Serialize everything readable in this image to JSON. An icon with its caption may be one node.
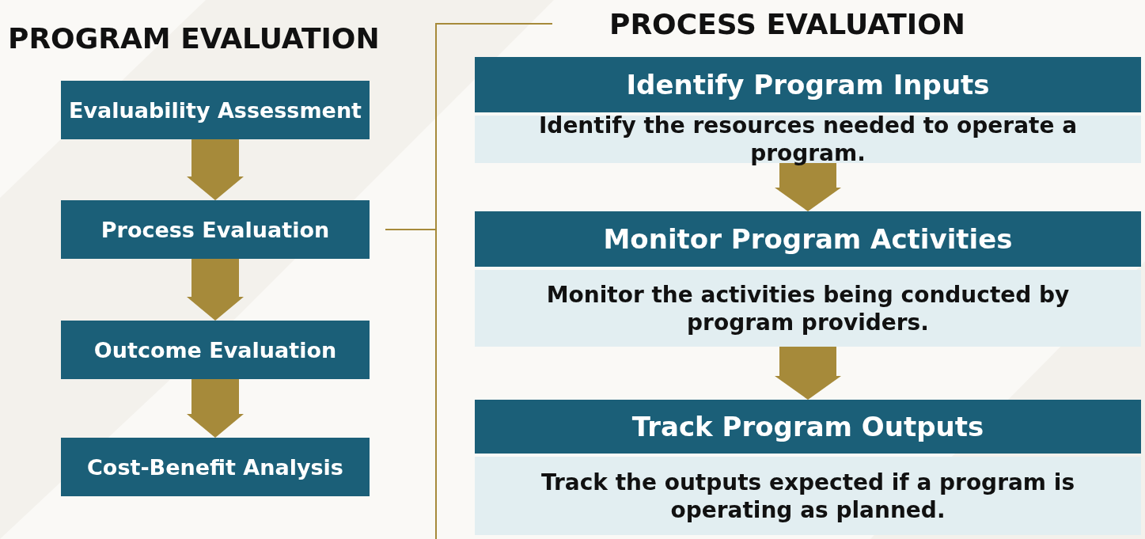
{
  "diagram": {
    "nodes": [
      {
        "text": [
          "Evaluability Assessment"
        ]
      },
      {
        "text": [
          "Process Evaluation"
        ]
      },
      {
        "text": [
          "Outcome Evaluation"
        ]
      },
      {
        "text": [
          "Cost-Benefit Analysis"
        ]
      },
      {
        "text": [
          "Identify Program Inputs",
          "Identify the resources needed to operate a program."
        ]
      },
      {
        "text": [
          "Monitor Program Activities",
          "Monitor the activities being conducted by program providers."
        ]
      },
      {
        "text": [
          "Track Program Outputs",
          "Track the outputs expected if a program is operating as planned."
        ]
      },
      {
        "text": [],
        "shape": "bracket"
      }
    ],
    "edges": [
      {
        "from": 0,
        "to": 1,
        "arrow": "to"
      },
      {
        "from": 1,
        "to": 2,
        "arrow": "to"
      },
      {
        "from": 2,
        "to": 3,
        "arrow": "to"
      },
      {
        "from": 4,
        "to": 5,
        "arrow": "to"
      },
      {
        "from": 5,
        "to": 6,
        "arrow": "to"
      },
      {
        "from": 1,
        "to": 7,
        "arrow": "none"
      }
    ],
    "labels": [
      "PROGRAM EVALUATION",
      "PROCESS EVALUATION"
    ]
  }
}
